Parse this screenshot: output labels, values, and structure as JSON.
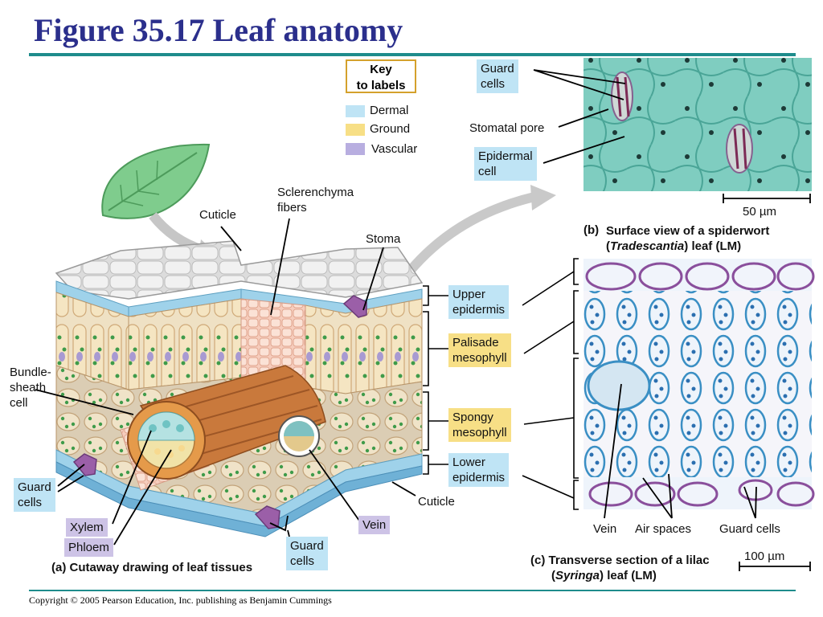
{
  "title": "Figure 35.17 Leaf anatomy",
  "copyright": "Copyright © 2005 Pearson Education, Inc. publishing as Benjamin Cummings",
  "key": {
    "title_line1": "Key",
    "title_line2": "to labels",
    "items": [
      {
        "label": "Dermal",
        "color": "#bfe4f5"
      },
      {
        "label": "Ground",
        "color": "#f7df86"
      },
      {
        "label": "Vascular",
        "color": "#b8aee0"
      }
    ]
  },
  "panel_a": {
    "caption_letter": "(a)",
    "caption": "Cutaway drawing of leaf tissues",
    "labels": {
      "cuticle_top": "Cuticle",
      "sclerenchyma_1": "Sclerenchyma",
      "sclerenchyma_2": "fibers",
      "stoma": "Stoma",
      "bundle_1": "Bundle-",
      "bundle_2": "sheath",
      "bundle_3": "cell",
      "guard_left_1": "Guard",
      "guard_left_2": "cells",
      "xylem": "Xylem",
      "phloem": "Phloem",
      "guard_bottom_1": "Guard",
      "guard_bottom_2": "cells",
      "vein": "Vein",
      "cuticle_bottom": "Cuticle",
      "upper_1": "Upper",
      "upper_2": "epidermis",
      "palisade_1": "Palisade",
      "palisade_2": "mesophyll",
      "spongy_1": "Spongy",
      "spongy_2": "mesophyll",
      "lower_1": "Lower",
      "lower_2": "epidermis"
    }
  },
  "panel_b": {
    "caption_letter": "(b)",
    "caption_line1": "Surface view of a spiderwort",
    "caption_open": "(",
    "caption_italic": "Tradescantia",
    "caption_close": ") leaf (LM)",
    "scale": "50 µm",
    "labels": {
      "guard_1": "Guard",
      "guard_2": "cells",
      "stomatal_pore": "Stomatal pore",
      "epidermal_1": "Epidermal",
      "epidermal_2": "cell"
    }
  },
  "panel_c": {
    "caption_letter": "(c)",
    "caption_line1": "Transverse section of a lilac",
    "caption_open": "(",
    "caption_italic": "Syringa",
    "caption_close": ") leaf (LM)",
    "scale": "100 µm",
    "labels": {
      "vein": "Vein",
      "air_spaces": "Air spaces",
      "guard_cells": "Guard cells"
    }
  }
}
